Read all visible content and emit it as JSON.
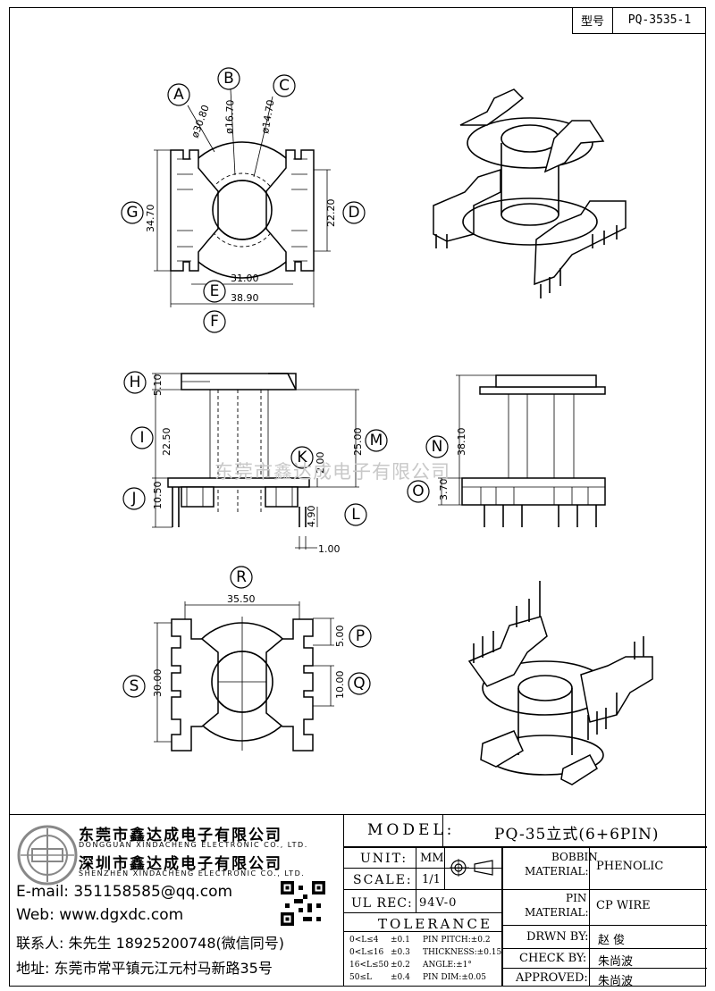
{
  "part_box": {
    "label": "型号",
    "value": "PQ-3535-1"
  },
  "watermark": "东莞市鑫达成电子有限公司",
  "company": {
    "name_cn_1": "东莞市鑫达成电子有限公司",
    "name_en_1": "DONGGUAN XINDACHENG ELECTRONIC CO., LTD.",
    "name_cn_2": "深圳市鑫达成电子有限公司",
    "name_en_2": "SHENZHEN XINDACHENG ELECTRONIC CO., LTD.",
    "email": "E-mail: 351158585@qq.com",
    "web": "Web: www.dgxdc.com",
    "contact": "联系人: 朱先生 18925200748(微信同号)",
    "address": "地址: 东莞市常平镇元江元村马新路35号"
  },
  "title_block": {
    "model_label": "MODEL:",
    "model_value": "PQ-35立式(6+6PIN)",
    "unit_label": "UNIT:",
    "unit_value": "MM",
    "scale_label": "SCALE:",
    "scale_value": "1/1",
    "ulrec_label": "UL REC:",
    "ulrec_value": "94V-0",
    "tolerance_label": "TOLERANCE",
    "bobbin_label_1": "BOBBIN",
    "bobbin_label_2": "MATERIAL:",
    "bobbin_value": "PHENOLIC",
    "pin_label_1": "PIN",
    "pin_label_2": "MATERIAL:",
    "pin_value": "CP WIRE",
    "drwn_label": "DRWN BY:",
    "drwn_value": "赵 俊",
    "check_label": "CHECK BY:",
    "check_value": "朱尚波",
    "approved_label": "APPROVED:",
    "approved_value": "朱尚波",
    "tol_rows": [
      {
        "range": "0<L≤4",
        "tol": "±0.1",
        "item": "PIN PITCH:±0.2"
      },
      {
        "range": "0<L≤16",
        "tol": "±0.3",
        "item": "THICKNESS:±0.15"
      },
      {
        "range": "16<L≤50",
        "tol": "±0.2",
        "item": "ANGLE:±1°"
      },
      {
        "range": "50≤L",
        "tol": "±0.4",
        "item": "PIN DIM:±0.05"
      }
    ]
  },
  "dimensions": {
    "A": "ø30.80",
    "B": "ø16.70",
    "C": "ø14.70",
    "D": "22.20",
    "E": "31.00",
    "F": "38.90",
    "G": "34.70",
    "H": "5.10",
    "I": "22.50",
    "J": "10.50",
    "K": "2.00",
    "L": "4.90",
    "M": "25.00",
    "N": "38.10",
    "O": "3.70",
    "P": "5.00",
    "Q": "10.00",
    "R": "35.50",
    "S": "30.00",
    "pin": "1.00"
  },
  "callouts": [
    "A",
    "B",
    "C",
    "D",
    "E",
    "F",
    "G",
    "H",
    "I",
    "J",
    "K",
    "L",
    "M",
    "N",
    "O",
    "P",
    "Q",
    "R",
    "S"
  ]
}
